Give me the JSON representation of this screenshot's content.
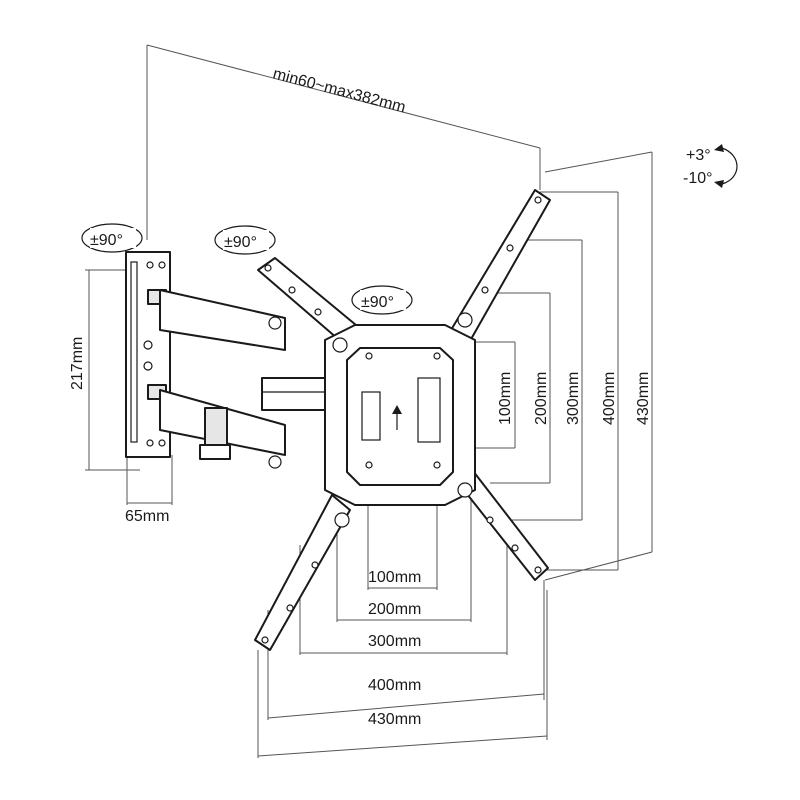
{
  "labels": {
    "arm_extension": "min60~max382mm",
    "tilt_up": "+3°",
    "tilt_down": "-10°",
    "swivel_wall": "±90°",
    "swivel_arm": "±90°",
    "rotation_plate": "±90°",
    "wall_plate_height": "217mm",
    "wall_plate_depth": "65mm",
    "vesa_v_100": "100mm",
    "vesa_v_200": "200mm",
    "vesa_v_300": "300mm",
    "vesa_v_400": "400mm",
    "vesa_v_430": "430mm",
    "vesa_h_100": "100mm",
    "vesa_h_200": "200mm",
    "vesa_h_300": "300mm",
    "vesa_h_400": "400mm",
    "vesa_h_430": "430mm"
  }
}
